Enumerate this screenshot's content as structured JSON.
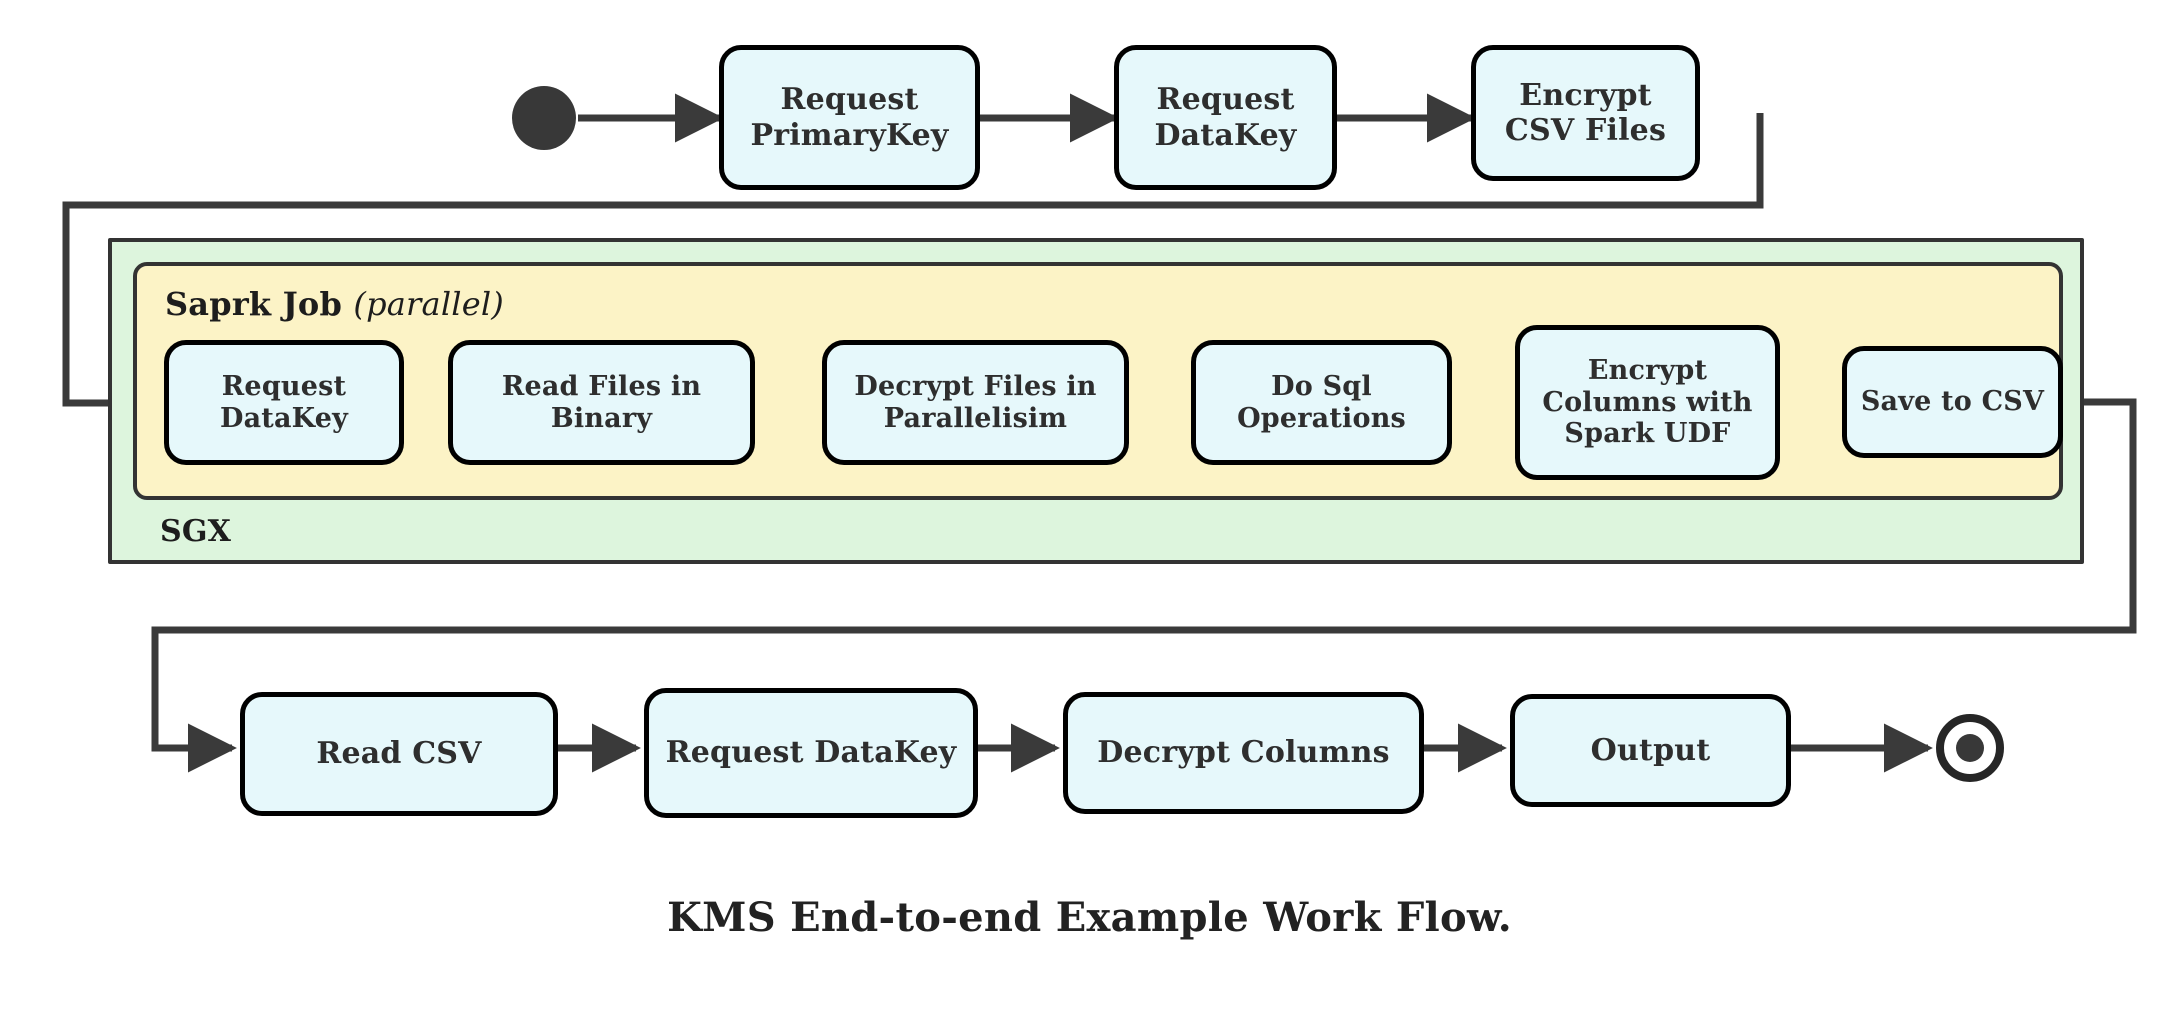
{
  "diagram": {
    "caption": "KMS End-to-end Example Work Flow.",
    "colors": {
      "node_fill": "#e6f8fb",
      "node_stroke": "#000000",
      "sgx_fill": "#ddf5dd",
      "spark_fill": "#fcf3c6",
      "edge_stroke": "#3a3a3a",
      "terminal_fill": "#383838",
      "text": "#2e2e2e"
    },
    "regions": [
      {
        "id": "sgx",
        "label": "SGX"
      },
      {
        "id": "spark",
        "label_bold": "Saprk Job",
        "label_italic": "(parallel)"
      }
    ],
    "terminals": {
      "start": "start-node",
      "end": "end-node"
    },
    "rows": {
      "top": {
        "nodes": [
          {
            "id": "request-primarykey",
            "line1": "Request",
            "line2": "PrimaryKey"
          },
          {
            "id": "request-datakey-top",
            "line1": "Request",
            "line2": "DataKey"
          },
          {
            "id": "encrypt-csv-files",
            "line1": "Encrypt",
            "line2": "CSV Files"
          }
        ]
      },
      "spark": {
        "nodes": [
          {
            "id": "request-datakey-spark",
            "line1": "Request",
            "line2": "DataKey"
          },
          {
            "id": "read-files-in-binary",
            "line1": "Read Files in",
            "line2": "Binary"
          },
          {
            "id": "decrypt-files-in-parallelisim",
            "line1": "Decrypt Files in",
            "line2": "Parallelisim"
          },
          {
            "id": "do-sql-operations",
            "line1": "Do Sql",
            "line2": "Operations"
          },
          {
            "id": "encrypt-columns-with-spark-udf",
            "line1": "Encrypt",
            "line2": "Columns with",
            "line3": "Spark UDF"
          },
          {
            "id": "save-to-csv",
            "line1": "Save to CSV"
          }
        ]
      },
      "bottom": {
        "nodes": [
          {
            "id": "read-csv",
            "line1": "Read CSV"
          },
          {
            "id": "request-datakey-bottom",
            "line1": "Request DataKey"
          },
          {
            "id": "decrypt-columns",
            "line1": "Decrypt Columns"
          },
          {
            "id": "output",
            "line1": "Output"
          }
        ]
      }
    }
  }
}
